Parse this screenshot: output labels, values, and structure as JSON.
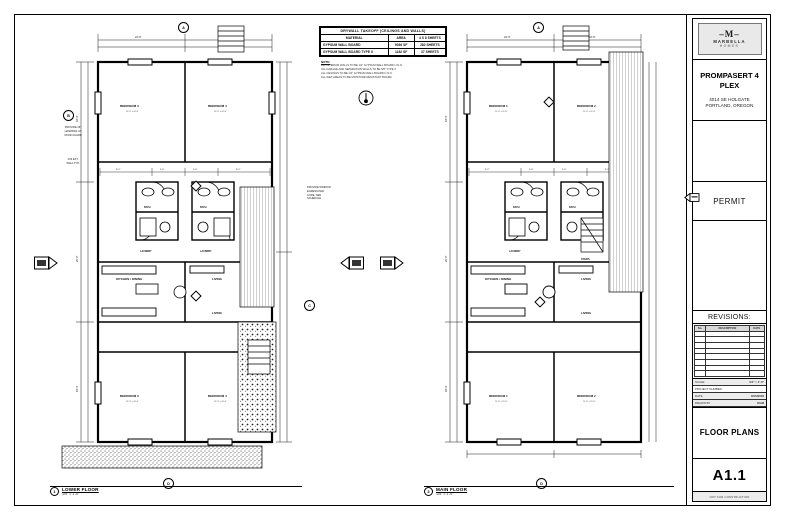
{
  "sheet": {
    "drawing_type": "architectural-floor-plan"
  },
  "titleblock": {
    "logo": {
      "monogram": "–M–",
      "name": "MARBELLA",
      "sub": "HOMES"
    },
    "project": {
      "name": "PROMPASERT 4 PLEX",
      "address_line1": "4014 SE HOLGATE",
      "address_line2": "PORTLAND, OREGON"
    },
    "permit": {
      "label": "PERMIT",
      "arrow_icon": "left-arrow-icon"
    },
    "revisions": {
      "label": "REVISIONS:",
      "columns": [
        "No.",
        "DESCRIPTION",
        "DATE"
      ],
      "rows": [
        [
          "",
          "",
          ""
        ],
        [
          "",
          "",
          ""
        ],
        [
          "",
          "",
          ""
        ],
        [
          "",
          "",
          ""
        ],
        [
          "",
          "",
          ""
        ],
        [
          "",
          "",
          ""
        ],
        [
          "",
          "",
          ""
        ],
        [
          "",
          "",
          ""
        ],
        [
          "",
          "",
          ""
        ]
      ]
    },
    "meta": [
      {
        "key": "SCALE",
        "value": "1/4\" = 1'-0\""
      },
      {
        "key": "PROJECT NUMBER",
        "value": ""
      },
      {
        "key": "DATE",
        "value": "8/15/2018"
      },
      {
        "key": "DRAWN BY",
        "value": "DGM"
      }
    ],
    "sheet_title": "FLOOR PLANS",
    "sheet_number": "A1.1",
    "footer": "NOT FOR CONSTRUCTION"
  },
  "takeoff": {
    "title": "DRYWALL TAKEOFF (CEILINGS AND WALLS)",
    "columns": [
      "MATERIAL",
      "AREA",
      "4 X 8 SHEETS"
    ],
    "rows": [
      [
        "GYPSUM WALL BOARD",
        "9036 SF",
        "282 SHEETS"
      ],
      [
        "GYPSUM WALL BOARD TYPE X",
        "1182 SF",
        "37 SHEETS"
      ]
    ],
    "note_title": "NOTE:",
    "notes": [
      "ALL INTERIOR WALLS TO BE 1/2\" GYPSUM WALL BOARD U.N.O.",
      "ALL GARAGE AND SEPARATION WALLS TO BE 5/8\" TYPE X",
      "ALL CEILINGS TO BE 1/2\" GYPSUM WALL BOARD U.N.O.",
      "ALL WET AREAS TO BE MOISTURE RESISTANT BOARD"
    ]
  },
  "north_arrow": {
    "icon": "north-arrow-icon"
  },
  "plans": [
    {
      "id": "lower-floor-plan",
      "bubble": "1",
      "name": "LOWER FLOOR",
      "scale": "1/4\" = 1'-0\"",
      "rooms": [
        "BEDROOM 3",
        "BEDROOM 4",
        "BATH",
        "LAUNDRY",
        "KITCHEN / DINING",
        "STORAGE",
        "LIVING",
        "BEDROOM 3",
        "BEDROOM 4",
        "MECH"
      ],
      "callout": [
        "PROVIDE WINDOW",
        "EGRESS PER",
        "CODE, SEE",
        "SCHEDULE"
      ],
      "side_notes": [
        [
          "PROVIDE 36\"",
          "HANDRAIL AT",
          "STAIR GUARD"
        ],
        [
          "2X6 EXT.",
          "WALL TYP."
        ]
      ]
    },
    {
      "id": "main-floor-plan",
      "bubble": "2",
      "name": "MAIN FLOOR",
      "scale": "1/4\" = 1'-0\"",
      "rooms": [
        "BEDROOM 1",
        "BEDROOM 2",
        "BATH",
        "LAUNDRY",
        "KITCHEN / DINING",
        "LIVING",
        "STAIRS",
        "BEDROOM 1",
        "BEDROOM 2",
        "MECH"
      ]
    }
  ],
  "markers": {
    "section_left": "section-marker-icon",
    "section_center_a": "section-marker-icon",
    "section_center_b": "section-marker-icon",
    "elevation_tags": [
      "A",
      "B",
      "C",
      "D"
    ]
  }
}
